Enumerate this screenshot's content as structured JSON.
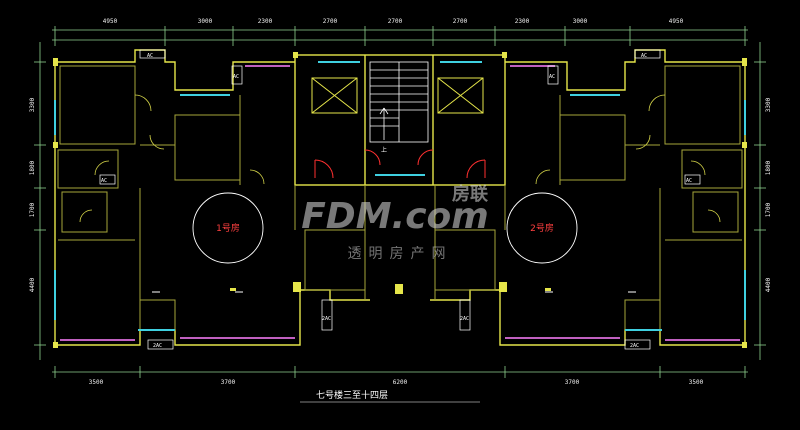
{
  "drawing": {
    "top_dimensions": [
      "4950",
      "3000",
      "2300",
      "2700",
      "2700",
      "2700",
      "2300",
      "3000",
      "4950"
    ],
    "bottom_dimensions": [
      "3500",
      "3700",
      "6200",
      "3700",
      "3500"
    ],
    "left_dimensions": [
      "3300",
      "1800",
      "1700",
      "4400"
    ],
    "right_dimensions": [
      "3300",
      "1800",
      "1700",
      "4400"
    ],
    "unit_labels": [
      "1号房",
      "2号房"
    ],
    "ac_tags": [
      "AC",
      "AC",
      "AC",
      "AC",
      "AC",
      "AC",
      "2AC",
      "2AC",
      "2AC",
      "2AC"
    ],
    "stair_up_label": "上",
    "caption": "七号楼三至十四层",
    "watermark": {
      "logo": "FDM.com",
      "text": "透明房产网",
      "brand": "房联"
    }
  },
  "colors": {
    "background": "#000000",
    "wall": "#e6e64a",
    "wall_inner": "#a6a63a",
    "dimension": "#8fd18f",
    "window": "#3fd0e0",
    "balcony": "#c060c0",
    "door": "#ff3030",
    "text": "#ffffff"
  }
}
